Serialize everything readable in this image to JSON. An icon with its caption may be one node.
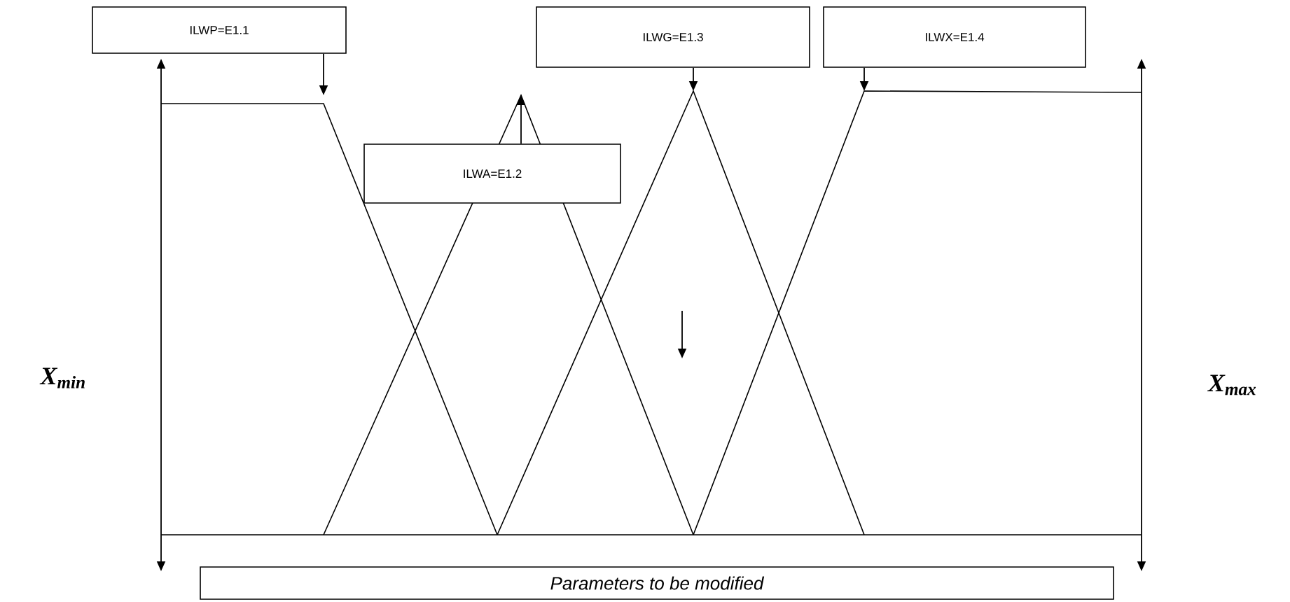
{
  "diagram": {
    "nodes": [
      {
        "text": [
          "ILWP=E1.1"
        ]
      },
      {
        "text": [
          "ILWA=E1.2"
        ]
      },
      {
        "text": [
          "ILWG=E1.3"
        ]
      },
      {
        "text": [
          "ILWX=E1.4"
        ]
      },
      {
        "text": [
          "Parameters to be modified"
        ]
      }
    ],
    "edges": [
      {
        "from": 0,
        "to": null,
        "arrow": "to"
      },
      {
        "from": 1,
        "to": null,
        "arrow": "to"
      },
      {
        "from": 2,
        "to": null,
        "arrow": "to"
      },
      {
        "from": 3,
        "to": null,
        "arrow": "to"
      }
    ],
    "labels": [
      "X$_{min}$",
      "X$_{max}$"
    ]
  }
}
